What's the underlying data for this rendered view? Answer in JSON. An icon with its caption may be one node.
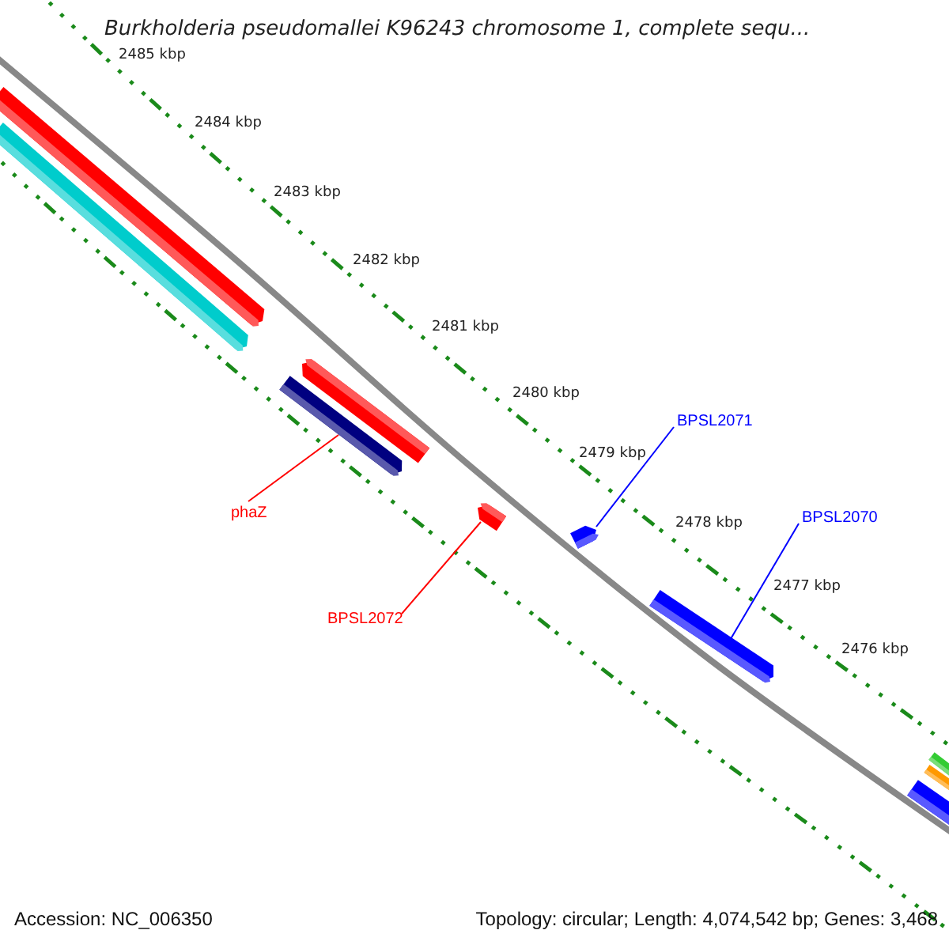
{
  "diagram": {
    "title": "Burkholderia pseudomallei K96243 chromosome 1, complete sequ...",
    "nodes": [
      {
        "text": [
          "phaZ"
        ]
      },
      {
        "text": [
          "BPSL2072"
        ]
      },
      {
        "text": [
          "BPSL2071"
        ]
      },
      {
        "text": [
          "BPSL2070"
        ]
      },
      {
        "text": [],
        "shape": "bar"
      },
      {
        "text": [],
        "shape": "bar"
      },
      {
        "text": [],
        "shape": "bar"
      },
      {
        "text": [],
        "shape": "bar"
      }
    ],
    "edges": [
      {
        "from": 0,
        "to": 4,
        "arrow": "none",
        "color": "#ff0000"
      },
      {
        "from": 1,
        "to": 5,
        "arrow": "none",
        "color": "#ff0000"
      },
      {
        "from": 2,
        "to": 6,
        "arrow": "none",
        "color": "#0000ff"
      },
      {
        "from": 3,
        "to": 7,
        "arrow": "none",
        "color": "#0000ff"
      }
    ],
    "labels": [
      "2485 kbp",
      "2484 kbp",
      "2483 kbp",
      "2482 kbp",
      "2481 kbp",
      "2480 kbp",
      "2479 kbp",
      "2478 kbp",
      "2477 kbp",
      "2476 kbp",
      "Accession: NC_006350",
      "Topology: circular; Length: 4,074,542 bp; Genes: 3,468"
    ]
  }
}
